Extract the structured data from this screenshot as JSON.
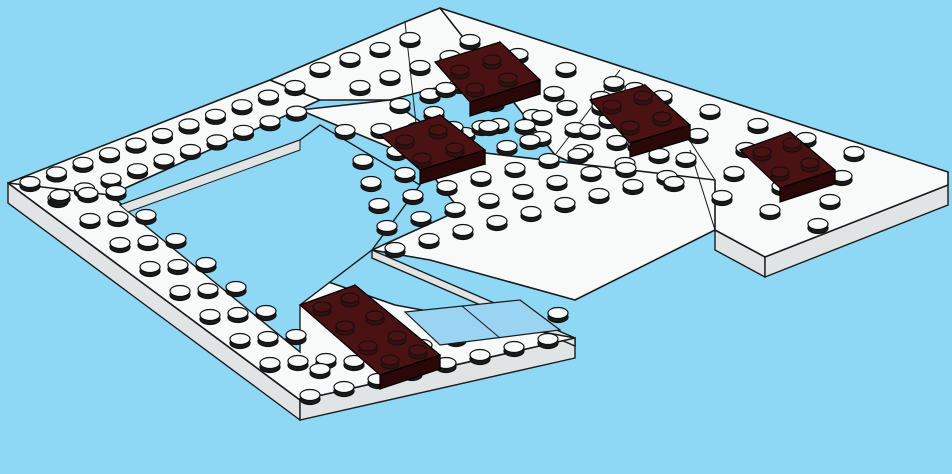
{
  "scene": {
    "subject": "lego-plate-assembly",
    "colors": {
      "background": "#8ed8f6",
      "plate_top": "#f8fafa",
      "plate_side": "#dfe3e3",
      "plate_outline": "#1a1a1a",
      "tile_dark": "#3b0d0d",
      "tile_dark_top": "#4a1212",
      "tile_transparent_blue": "#9ad4f2"
    },
    "pieces": [
      {
        "name": "plate-left-arm",
        "color": "white"
      },
      {
        "name": "plate-top-wedge",
        "color": "white"
      },
      {
        "name": "plate-right-wedge",
        "color": "white"
      },
      {
        "name": "plate-center-block",
        "color": "white"
      },
      {
        "name": "plate-bottom-arm",
        "color": "white"
      },
      {
        "name": "brick-2x2-upper",
        "color": "dark-brown"
      },
      {
        "name": "brick-2x2-middle",
        "color": "dark-brown"
      },
      {
        "name": "brick-2x2-right-upper",
        "color": "dark-brown"
      },
      {
        "name": "brick-2x2-right-lower",
        "color": "dark-brown"
      },
      {
        "name": "brick-2x4-bottom",
        "color": "dark-brown"
      },
      {
        "name": "tile-1x2-transparent",
        "color": "transparent-light-blue"
      }
    ]
  }
}
